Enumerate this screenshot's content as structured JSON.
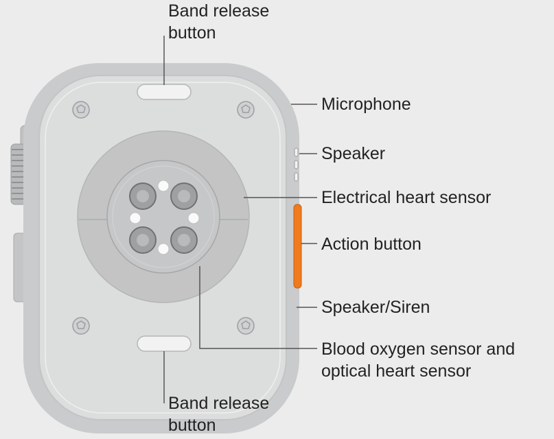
{
  "labels": {
    "band_release_top": [
      "Band release",
      "button"
    ],
    "band_release_bottom": [
      "Band release",
      "button"
    ],
    "microphone": "Microphone",
    "speaker": "Speaker",
    "electrical_heart_sensor": "Electrical heart sensor",
    "action_button": "Action button",
    "speaker_siren": "Speaker/Siren",
    "blood_oxygen_sensor": [
      "Blood oxygen sensor and",
      "optical heart sensor"
    ]
  },
  "colors": {
    "background": "#ececec",
    "case_rim": "#c9cbcc",
    "case_back": "#dcdddd",
    "sensor_disc": "#c4c4c4",
    "action_button": "#f07a1e",
    "label_text": "#222222",
    "leader_line": "#555555"
  }
}
